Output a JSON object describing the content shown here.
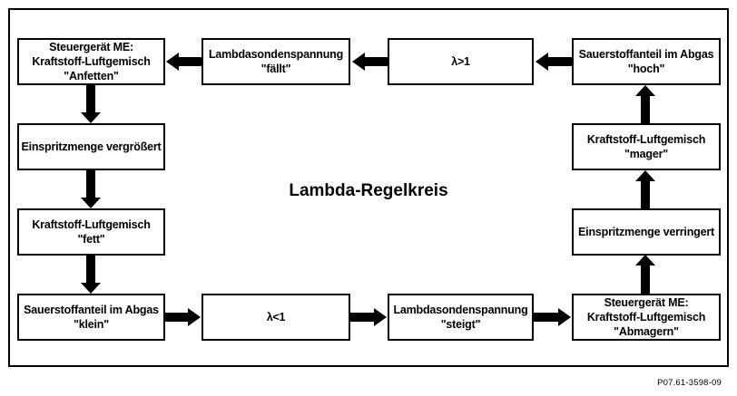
{
  "title": "Lambda-Regelkreis",
  "figure_code": "P07.61-3598-09",
  "colors": {
    "ink": "#000000",
    "paper": "#ffffff"
  },
  "boxes": {
    "anfetten": {
      "text": "Steuergerät ME:\nKraftstoff-Luftgemisch\n\"Anfetten\""
    },
    "spannung_faellt": {
      "text": "Lambdasondenspannung\n\"fällt\""
    },
    "lambda_gt1": {
      "text": "λ>1"
    },
    "abgas_hoch": {
      "text": "Sauerstoffanteil im Abgas\n\"hoch\""
    },
    "einspritz_vergroessert": {
      "text": "Einspritzmenge vergrößert"
    },
    "gemisch_mager": {
      "text": "Kraftstoff-Luftgemisch\n\"mager\""
    },
    "gemisch_fett": {
      "text": "Kraftstoff-Luftgemisch\n\"fett\""
    },
    "einspritz_verringert": {
      "text": "Einspritzmenge verringert"
    },
    "abgas_klein": {
      "text": "Sauerstoffanteil im Abgas\n\"klein\""
    },
    "lambda_lt1": {
      "text": "λ<1"
    },
    "spannung_steigt": {
      "text": "Lambdasondenspannung\n\"steigt\""
    },
    "abmagern": {
      "text": "Steuergerät ME:\nKraftstoff-Luftgemisch\n\"Abmagern\""
    }
  },
  "arrows": [
    {
      "from": "abgas_hoch",
      "to": "lambda_gt1",
      "direction": "left"
    },
    {
      "from": "lambda_gt1",
      "to": "spannung_faellt",
      "direction": "left"
    },
    {
      "from": "spannung_faellt",
      "to": "anfetten",
      "direction": "left"
    },
    {
      "from": "anfetten",
      "to": "einspritz_vergroessert",
      "direction": "down"
    },
    {
      "from": "einspritz_vergroessert",
      "to": "gemisch_fett",
      "direction": "down"
    },
    {
      "from": "gemisch_fett",
      "to": "abgas_klein",
      "direction": "down"
    },
    {
      "from": "abgas_klein",
      "to": "lambda_lt1",
      "direction": "right"
    },
    {
      "from": "lambda_lt1",
      "to": "spannung_steigt",
      "direction": "right"
    },
    {
      "from": "spannung_steigt",
      "to": "abmagern",
      "direction": "right"
    },
    {
      "from": "abmagern",
      "to": "einspritz_verringert",
      "direction": "up"
    },
    {
      "from": "einspritz_verringert",
      "to": "gemisch_mager",
      "direction": "up"
    },
    {
      "from": "gemisch_mager",
      "to": "abgas_hoch",
      "direction": "up"
    }
  ]
}
